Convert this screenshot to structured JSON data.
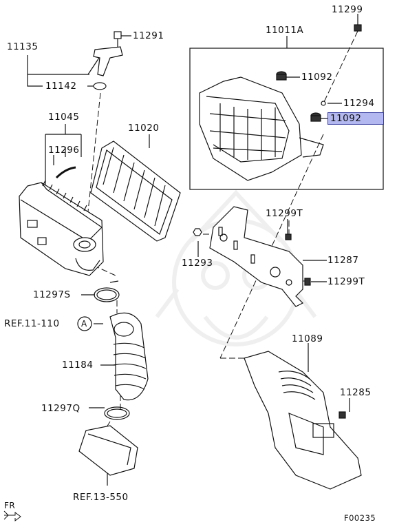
{
  "diagram": {
    "labels": {
      "p11299_top": "11299",
      "p11011A": "11011A",
      "p11291": "11291",
      "p11135": "11135",
      "p11142": "11142",
      "p11092_a": "11092",
      "p11294": "11294",
      "p11092_b": "11092",
      "p11045": "11045",
      "p11020": "11020",
      "p11296": "11296",
      "p11299T_a": "11299T",
      "p11293": "11293",
      "p11287": "11287",
      "p11299T_b": "11299T",
      "p11297S": "11297S",
      "ref11": "REF.11-110",
      "refA": "A",
      "p11089": "11089",
      "p11184": "11184",
      "p11285": "11285",
      "p11297Q": "11297Q",
      "ref13": "REF.13-550",
      "fr": "FR",
      "figcode": "F00235"
    },
    "highlighted_part": "11092",
    "highlight_color": "#b3b8f0"
  }
}
